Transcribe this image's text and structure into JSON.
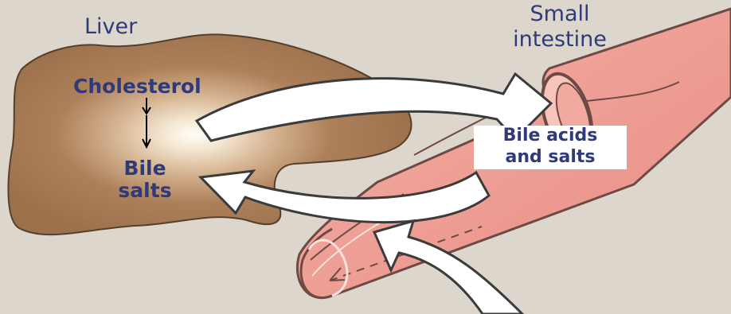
{
  "labels": {
    "liver": "Liver",
    "small_intestine_line1": "Small",
    "small_intestine_line2": "intestine",
    "cholesterol": "Cholesterol",
    "bile_salts_line1": "Bile",
    "bile_salts_line2": "salts",
    "bile_acids_line1": "Bile acids",
    "bile_acids_line2": "and salts"
  },
  "colors": {
    "background": "#ddd6cc",
    "liver": "#a4784f",
    "intestine": "#f0a49b",
    "label_text": "#2f3a78",
    "arrow_fill": "#ffffff"
  }
}
